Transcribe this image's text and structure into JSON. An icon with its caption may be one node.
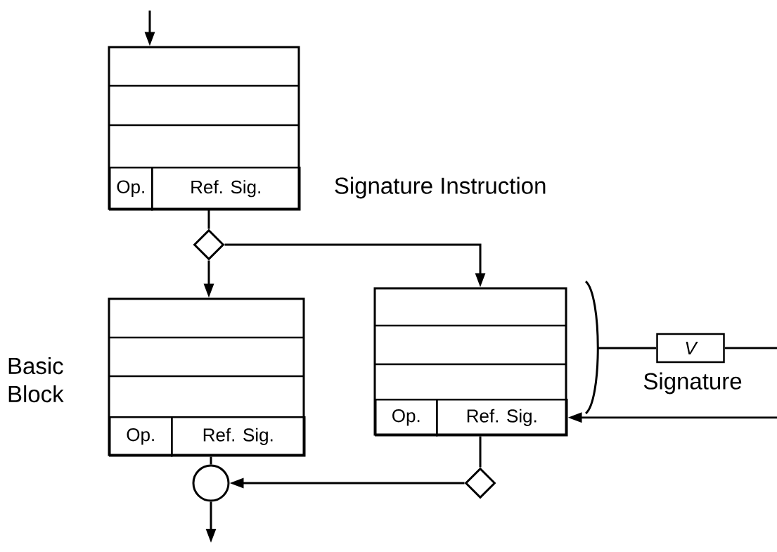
{
  "diagram": {
    "nodes": [
      {
        "text": [],
        "shape": "box",
        "beside": [
          "Signature Instruction"
        ]
      },
      {
        "text": [
          "Op."
        ],
        "in": 0
      },
      {
        "text": [
          "Ref. Sig."
        ],
        "in": 0
      },
      {
        "text": [],
        "shape": "diamond"
      },
      {
        "text": [],
        "shape": "box",
        "beside": [
          "Basic Block"
        ]
      },
      {
        "text": [
          "Op."
        ],
        "in": 4
      },
      {
        "text": [
          "Ref. Sig."
        ],
        "in": 4
      },
      {
        "text": [],
        "shape": "box"
      },
      {
        "text": [
          "Op."
        ],
        "in": 7
      },
      {
        "text": [
          "Ref. Sig."
        ],
        "in": 7
      },
      {
        "text": [
          "V"
        ]
      },
      {
        "text": [],
        "shape": "diamond"
      },
      {
        "text": [],
        "shape": "circle"
      }
    ],
    "edges": [
      {
        "from": null,
        "to": 0,
        "arrow": "to"
      },
      {
        "from": 0,
        "to": 3,
        "arrow": "none"
      },
      {
        "from": 3,
        "to": 4,
        "arrow": "to"
      },
      {
        "from": 3,
        "to": 7,
        "arrow": "to"
      },
      {
        "from": 7,
        "to": 10,
        "arrow": "none"
      },
      {
        "from": 10,
        "to": null,
        "arrow": "none"
      },
      {
        "from": null,
        "to": 9,
        "arrow": "to",
        "label": "Signature"
      },
      {
        "from": 9,
        "to": 11,
        "arrow": "none"
      },
      {
        "from": 6,
        "to": 12,
        "arrow": "none"
      },
      {
        "from": 11,
        "to": 12,
        "arrow": "to"
      },
      {
        "from": 12,
        "to": null,
        "arrow": "to"
      }
    ]
  }
}
